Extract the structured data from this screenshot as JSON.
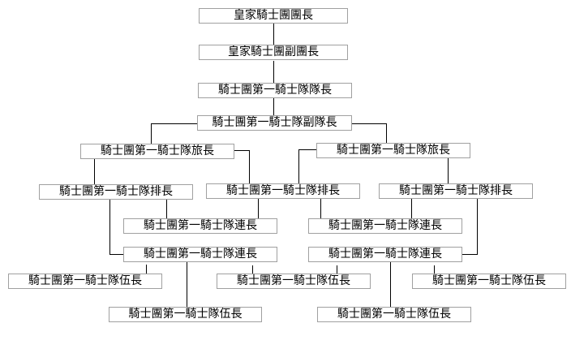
{
  "diagram": {
    "type": "org-chart",
    "nodes": [
      {
        "id": "n1",
        "label": "皇家騎士團團長"
      },
      {
        "id": "n2",
        "label": "皇家騎士團副團長"
      },
      {
        "id": "n3",
        "label": "騎士團第一騎士隊隊長"
      },
      {
        "id": "n4",
        "label": "騎士團第一騎士隊副隊長"
      },
      {
        "id": "n5",
        "label": "騎士團第一騎士隊旅長"
      },
      {
        "id": "n6",
        "label": "騎士團第一騎士隊旅長"
      },
      {
        "id": "n7",
        "label": "騎士團第一騎士隊排長"
      },
      {
        "id": "n8",
        "label": "騎士團第一騎士隊排長"
      },
      {
        "id": "n9",
        "label": "騎士團第一騎士隊排長"
      },
      {
        "id": "n10",
        "label": "騎士團第一騎士隊連長"
      },
      {
        "id": "n11",
        "label": "騎士團第一騎士隊連長"
      },
      {
        "id": "n12",
        "label": "騎士團第一騎士隊連長"
      },
      {
        "id": "n13",
        "label": "騎士團第一騎士隊連長"
      },
      {
        "id": "n14",
        "label": "騎士團第一騎士隊伍長"
      },
      {
        "id": "n15",
        "label": "騎士團第一騎士隊伍長"
      },
      {
        "id": "n16",
        "label": "騎士團第一騎士隊伍長"
      },
      {
        "id": "n17",
        "label": "騎士團第一騎士隊伍長"
      },
      {
        "id": "n18",
        "label": "騎士團第一騎士隊伍長"
      }
    ],
    "edges": [
      [
        "n1",
        "n2"
      ],
      [
        "n2",
        "n3"
      ],
      [
        "n3",
        "n4"
      ],
      [
        "n4",
        "n5"
      ],
      [
        "n4",
        "n6"
      ],
      [
        "n5",
        "n7"
      ],
      [
        "n5",
        "n8"
      ],
      [
        "n6",
        "n8"
      ],
      [
        "n6",
        "n9"
      ],
      [
        "n7",
        "n10"
      ],
      [
        "n8",
        "n10"
      ],
      [
        "n8",
        "n11"
      ],
      [
        "n9",
        "n11"
      ],
      [
        "n7",
        "n12"
      ],
      [
        "n9",
        "n13"
      ],
      [
        "n12",
        "n14"
      ],
      [
        "n12",
        "n17"
      ],
      [
        "n12",
        "n15"
      ],
      [
        "n13",
        "n15"
      ],
      [
        "n13",
        "n18"
      ],
      [
        "n13",
        "n16"
      ]
    ],
    "line_color": "#000000",
    "border_color": "#a0a0a0"
  }
}
